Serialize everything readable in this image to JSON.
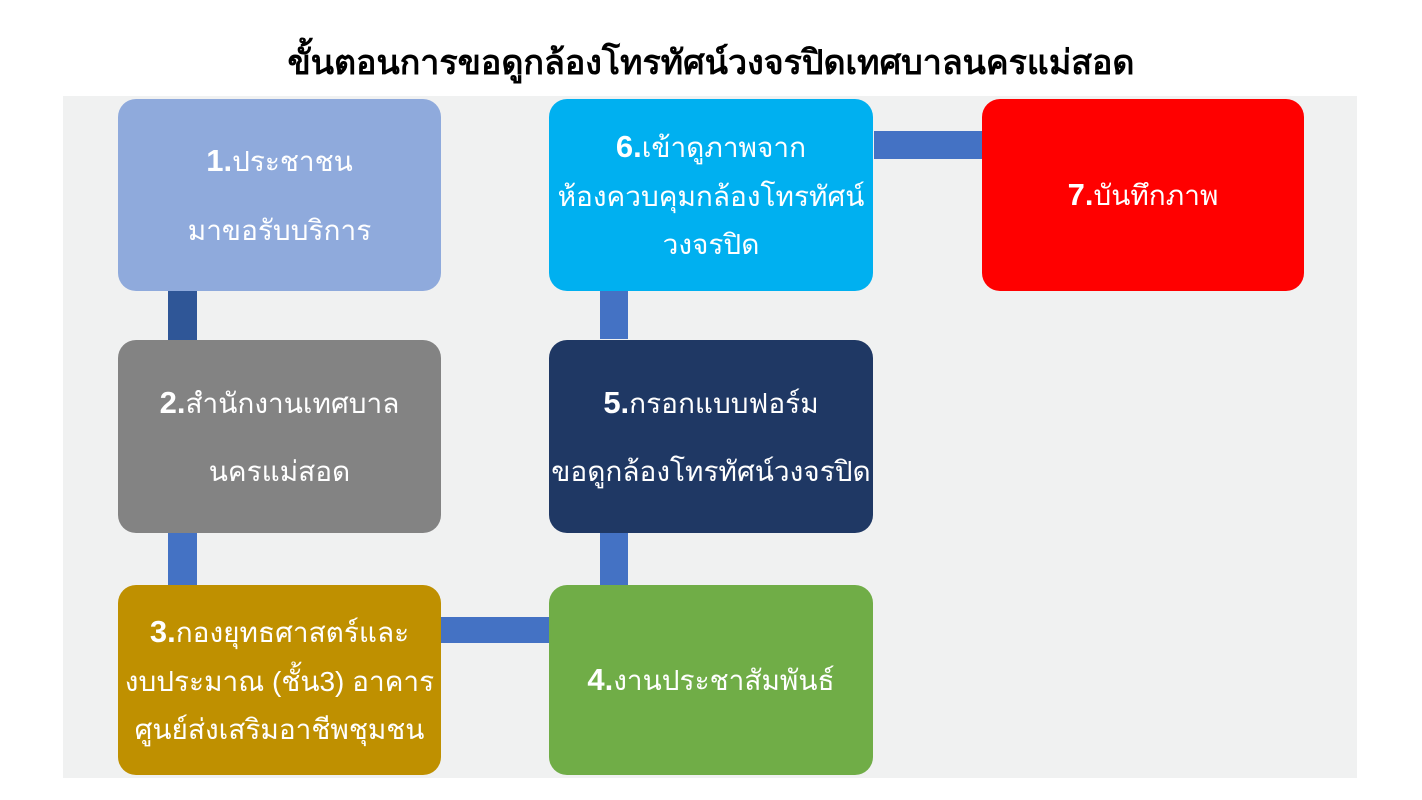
{
  "title": "ขั้นตอนการขอดูกล้องโทรทัศน์วงจรปิดเทศบาลนครแม่สอด",
  "boxes": [
    {
      "number": "1.",
      "line1": "ประชาชน",
      "line2": "มาขอรับบริการ",
      "color": "#8faadc"
    },
    {
      "number": "2.",
      "line1": "สำนักงานเทศบาล",
      "line2": "นครแม่สอด",
      "color": "#838383"
    },
    {
      "number": "3.",
      "line1": "กองยุทธศาสตร์และ",
      "line2": "งบประมาณ (ชั้น3) อาคาร",
      "line3": "ศูนย์ส่งเสริมอาชีพชุมชน",
      "color": "#bf9000"
    },
    {
      "number": "4.",
      "line1": "งานประชาสัมพันธ์",
      "color": "#70ad47"
    },
    {
      "number": "5.",
      "line1": "กรอกแบบฟอร์ม",
      "line2": "ขอดูกล้องโทรทัศน์วงจรปิด",
      "color": "#1f3864"
    },
    {
      "number": "6.",
      "line1": "เข้าดูภาพจาก",
      "line2": "ห้องควบคุมกล้องโทรทัศน์",
      "line3": "วงจรปิด",
      "color": "#00b0f0"
    },
    {
      "number": "7.",
      "line1": "บันทึกภาพ",
      "color": "#ff0000"
    }
  ],
  "connectors": [
    {
      "from": 1,
      "to": 2,
      "color": "#2f5697"
    },
    {
      "from": 2,
      "to": 3,
      "color": "#4472c4"
    },
    {
      "from": 3,
      "to": 4,
      "color": "#4472c4"
    },
    {
      "from": 4,
      "to": 5,
      "color": "#4472c4"
    },
    {
      "from": 5,
      "to": 6,
      "color": "#4472c4"
    },
    {
      "from": 6,
      "to": 7,
      "color": "#4472c4"
    }
  ],
  "colors": {
    "page_background": "#ffffff",
    "canvas_background": "#f0f1f1",
    "box_text": "#ffffff",
    "title_text": "#000000"
  }
}
